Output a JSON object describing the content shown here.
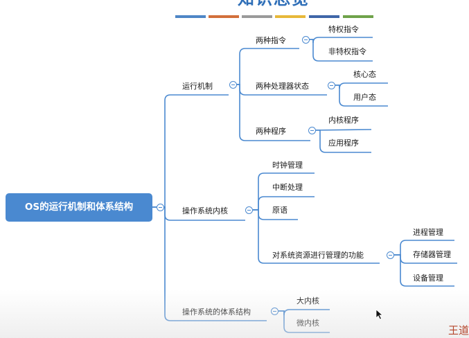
{
  "header": {
    "title": "知识总览",
    "color_bars": [
      "#4e86c6",
      "#d2703b",
      "#9a9a9a",
      "#e7b83a",
      "#3f66a8",
      "#6fa34a"
    ]
  },
  "mindmap": {
    "root": "OS的运行机制和体系结构",
    "branches": [
      {
        "label": "运行机制",
        "children": [
          {
            "label": "两种指令",
            "children": [
              "特权指令",
              "非特权指令"
            ]
          },
          {
            "label": "两种处理器状态",
            "children": [
              "核心态",
              "用户态"
            ]
          },
          {
            "label": "两种程序",
            "children": [
              "内核程序",
              "应用程序"
            ]
          }
        ]
      },
      {
        "label": "操作系统内核",
        "children": [
          {
            "label": "时钟管理",
            "children": []
          },
          {
            "label": "中断处理",
            "children": []
          },
          {
            "label": "原语",
            "children": []
          },
          {
            "label": "对系统资源进行管理的功能",
            "children": [
              "进程管理",
              "存储器管理",
              "设备管理"
            ]
          }
        ]
      },
      {
        "label": "操作系统的体系结构",
        "children": [
          {
            "label": "大内核",
            "children": []
          },
          {
            "label": "微内核",
            "children": []
          }
        ]
      }
    ]
  },
  "colors": {
    "line": "#4a89d0",
    "root_fill": "#4a89d0",
    "text": "#1a1a1a",
    "watermark": "#b5452b"
  },
  "watermark": "王道"
}
